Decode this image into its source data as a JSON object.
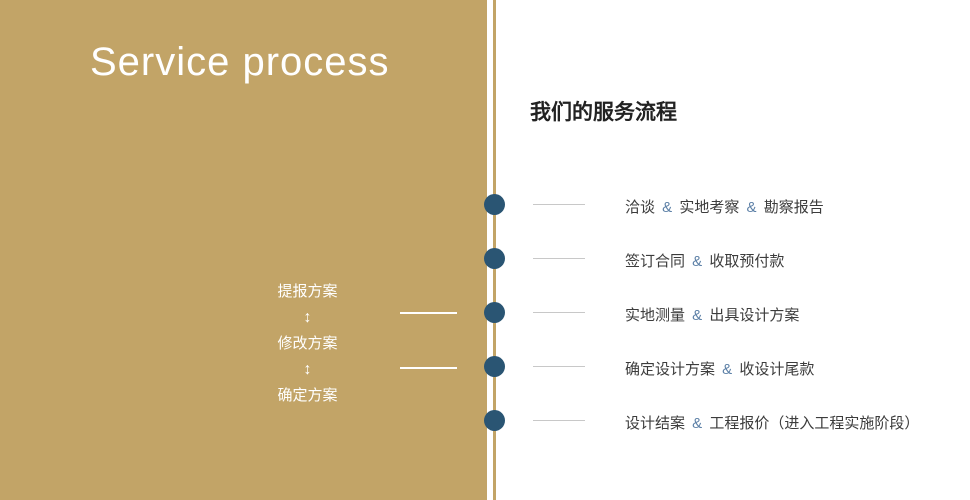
{
  "left_panel": {
    "title": "Service process",
    "flow_steps": [
      "提报方案",
      "修改方案",
      "确定方案"
    ],
    "arrow_glyph": "↕"
  },
  "right_panel": {
    "heading": "我们的服务流程",
    "separator": "&",
    "items": [
      [
        "洽谈",
        "实地考察",
        "勘察报告"
      ],
      [
        "签订合同",
        "收取预付款"
      ],
      [
        "实地测量",
        "出具设计方案"
      ],
      [
        "确定设计方案",
        "收设计尾款"
      ],
      [
        "设计结案",
        "工程报价（进入工程实施阶段）"
      ]
    ]
  },
  "colors": {
    "panel_tan": "#c2a467",
    "dot_blue": "#2a5573",
    "amp_blue": "#5b7fa6",
    "line_gray": "#c8c8c8"
  }
}
